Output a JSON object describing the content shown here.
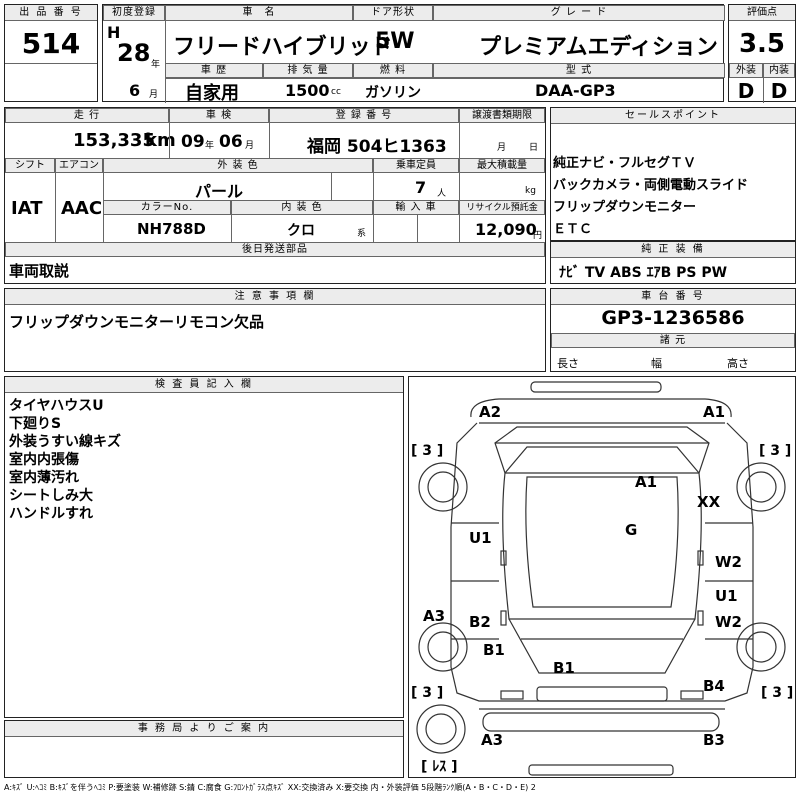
{
  "header": {
    "lot_label": "出 品 番 号",
    "lot_value": "514",
    "first_reg_label": "初度登録",
    "era_mark": "H",
    "year_value": "28",
    "year_unit": "年",
    "month_value": "6",
    "month_unit": "月",
    "name_label": "車　名",
    "name_value": "フリードハイブリッド",
    "door_label": "ドア形状",
    "door_value": "5W",
    "grade_label": "グ レ ー ド",
    "grade_value": "プレミアムエディション",
    "score_label": "評価点",
    "score_value": "3.5",
    "history_label": "車 歴",
    "history_value": "自家用",
    "displacement_label": "排 気 量",
    "displacement_value": "1500",
    "displacement_unit": "cc",
    "fuel_label": "燃 料",
    "fuel_value": "ガソリン",
    "model_label": "型 式",
    "model_value": "DAA-GP3",
    "exterior_label": "外装",
    "exterior_value": "D",
    "interior_label": "内装",
    "interior_value": "D"
  },
  "details": {
    "mileage_label": "走 行",
    "mileage_value": "153,335",
    "mileage_unit": "km",
    "inspection_label": "車 検",
    "insp_year": "09",
    "insp_year_unit": "年",
    "insp_month": "06",
    "insp_month_unit": "月",
    "plate_label": "登 録 番 号",
    "plate_value": "福岡 504ヒ1363",
    "transfer_label": "譲渡書類期限",
    "transfer_month_unit": "月",
    "transfer_day_unit": "日",
    "shift_label": "シフト",
    "shift_value": "IAT",
    "ac_label": "エアコン",
    "ac_value": "AAC",
    "color_label": "外 装 色",
    "color_value": "パール",
    "capacity_label": "乗車定員",
    "capacity_value": "7",
    "capacity_unit": "人",
    "load_label": "最大積載量",
    "load_unit": "kg",
    "color_no_label": "カラーNo.",
    "color_no_value": "NH788D",
    "interior_color_label": "内 装 色",
    "interior_color_value": "クロ",
    "interior_color_unit": "系",
    "import_label": "輸 入 車",
    "recycle_label": "リサイクル預託金",
    "recycle_value": "12,090",
    "recycle_unit": "円",
    "later_label": "後日発送部品",
    "later_value": "車両取説"
  },
  "sales": {
    "label": "セールスポイント",
    "points": [
      "純正ナビ・フルセグＴＶ",
      "バックカメラ・両側電動スライド",
      "フリップダウンモニター",
      "ＥＴＣ"
    ]
  },
  "equipment": {
    "label": "純 正 装 備",
    "value": "ﾅﾋﾞ TV ABS ｴｱB PS PW"
  },
  "notes": {
    "label": "注 意 事 項 欄",
    "value": "フリップダウンモニターリモコン欠品"
  },
  "chassis": {
    "label": "車 台 番 号",
    "value": "GP3-1236586",
    "spec_label": "諸 元",
    "length_label": "長さ",
    "width_label": "幅",
    "height_label": "高さ"
  },
  "inspector": {
    "label": "検 査 員 記 入 欄",
    "lines": [
      "タイヤハウスU",
      "下廻りS",
      "外装うすい線キズ",
      "室内内張傷",
      "室内薄汚れ",
      "シートしみ大",
      "ハンドルすれ"
    ]
  },
  "office": {
    "label": "事 務 局 よ り ご 案 内"
  },
  "diagram": {
    "marks": {
      "a2_top": "A2",
      "a1_top": "A1",
      "a1_hood": "A1",
      "xx": "XX",
      "g": "G",
      "u1_left": "U1",
      "w2_right1": "W2",
      "u1_right": "U1",
      "w2_right2": "W2",
      "a3_left": "A3",
      "b2": "B2",
      "b1_left": "B1",
      "b1_rear": "B1",
      "b4": "B4",
      "a3_bottom": "A3",
      "b3": "B3"
    },
    "tire_fl": "[ 3 ]",
    "tire_fr": "[ 3 ]",
    "tire_rl": "[ 3 ]",
    "tire_rr": "[ 3 ]",
    "spare": "[ ﾚｽ ]"
  },
  "footer": {
    "legend": "A:ｷｽﾞ U:ﾍｺﾐ B:ｷｽﾞを伴うﾍｺﾐ P:要塗装 W:補修跡 S:錆 C:腐食 G:ﾌﾛﾝﾄｶﾞﾗｽ点ｷｽﾞ XX:交換済み X:要交換 内・外装評価 5段階ﾗﾝｸ順(A・B・C・D・E) 2"
  }
}
